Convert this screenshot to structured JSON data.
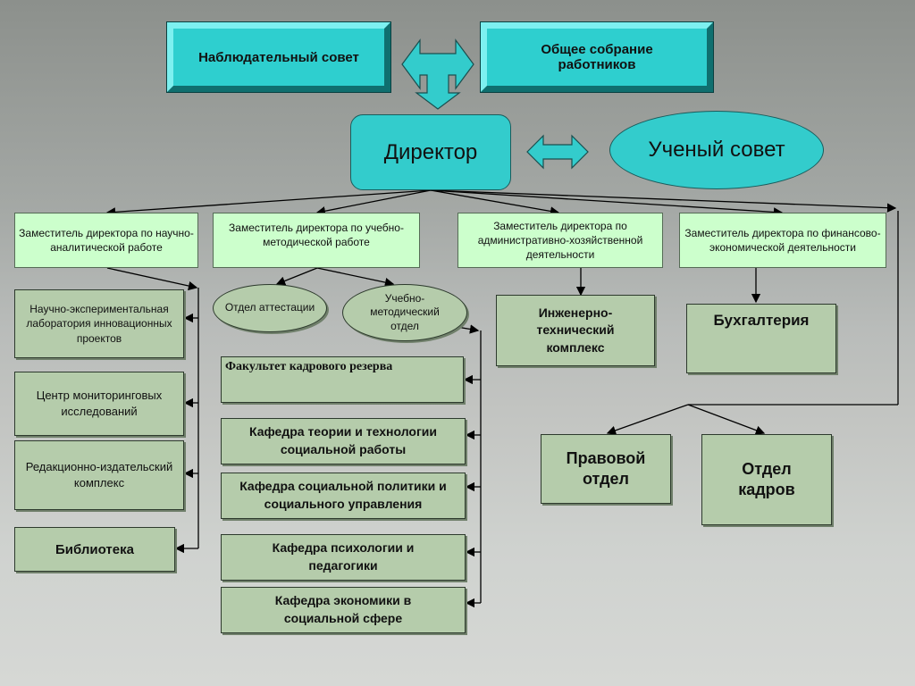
{
  "top": {
    "supervisory_board": "Наблюдательный совет",
    "general_meeting": "Общее собрание работников"
  },
  "director": "Директор",
  "academic_council": "Ученый совет",
  "deputies": [
    "Заместитель директора по научно-аналитической работе",
    "Заместитель директора по учебно-методической работе",
    "Заместитель директора по административно-хозяйственной деятельности",
    "Заместитель директора по финансово-экономической деятельности"
  ],
  "science_units": [
    "Научно-экспериментальная лаборатория инновационных проектов",
    "Центр мониторинговых исследований",
    "Редакционно-издательский комплекс",
    "Библиотека"
  ],
  "education_units": {
    "attestation": "Отдел аттестации",
    "methodical": "Учебно-методический отдел",
    "reserve_faculty": "Факультет кадрового резерва",
    "chairs": [
      "Кафедра теории и технологии социальной работы",
      "Кафедра социальной политики и социального управления",
      "Кафедра психологии и педагогики",
      "Кафедра экономики в социальной сфере"
    ]
  },
  "admin_units": {
    "engineering": "Инженерно-технический комплекс",
    "accounting": "Бухгалтерия",
    "legal": "Правовой отдел",
    "hr": "Отдел кадров"
  },
  "colors": {
    "cyan": "#33cccc",
    "pale_green": "#ccffcc",
    "sage": "#b5ccab"
  }
}
